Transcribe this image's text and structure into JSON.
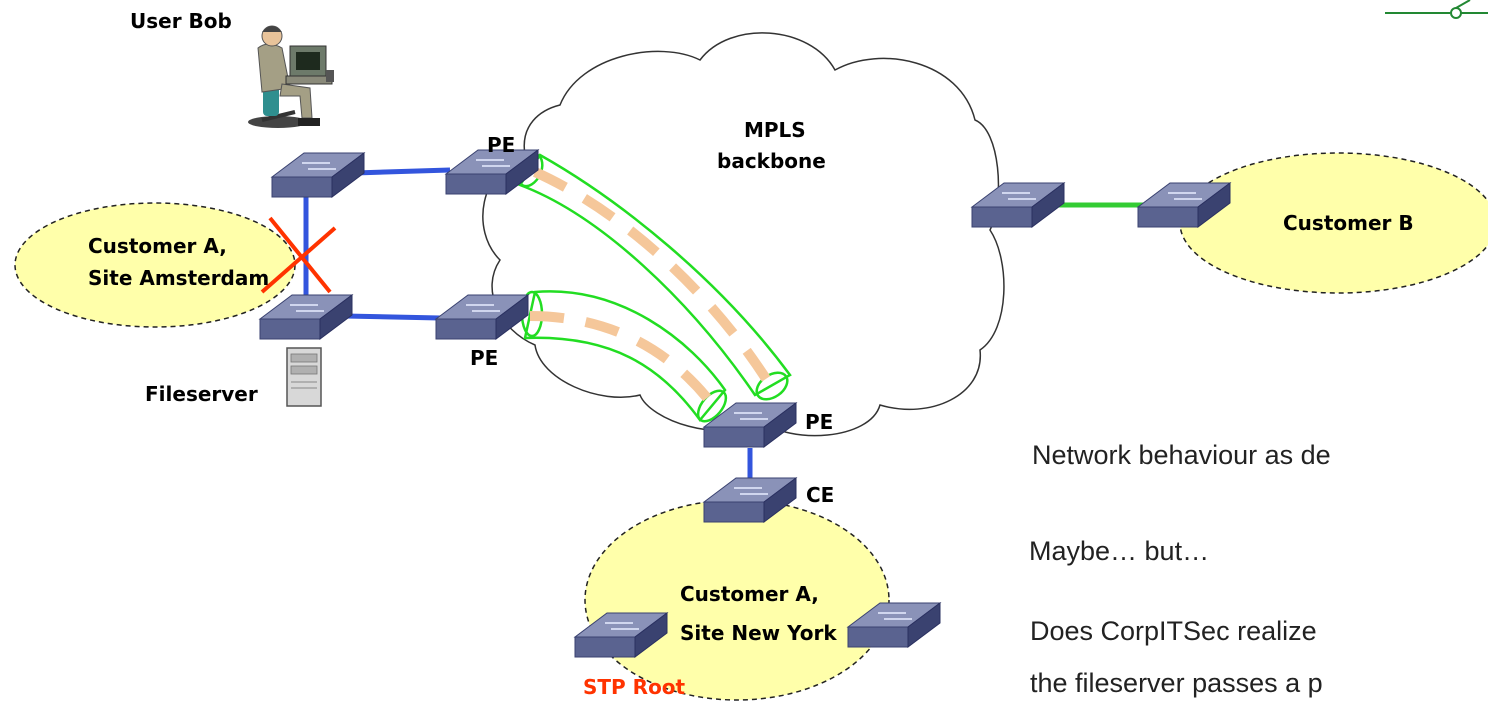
{
  "labels": {
    "user_bob": "User Bob",
    "pe_top": "PE",
    "pe_left": "PE",
    "pe_bottom": "PE",
    "ce": "CE",
    "mpls_line1": "MPLS",
    "mpls_line2": "backbone",
    "customer_b": "Customer B",
    "site_ams_line1": "Customer A,",
    "site_ams_line2": "Site Amsterdam",
    "fileserver": "Fileserver",
    "site_ny_line1": "Customer A,",
    "site_ny_line2": "Site New York",
    "stp_root": "STP Root"
  },
  "text_lines": [
    "Network behaviour as de",
    "Maybe… but…",
    "Does CorpITSec realize",
    "the fileserver passes a p"
  ],
  "colors": {
    "site_fill": "#ffffaa",
    "link_blue": "#3355dd",
    "link_green": "#33cc33",
    "tunnel_green": "#22dd22",
    "tunnel_dash": "#f5c79a",
    "cross_red": "#ff3300",
    "switch_top": "#8a92b8",
    "switch_front": "#5a6390",
    "switch_side": "#3a4270"
  },
  "icons": [
    "user-at-workstation-icon",
    "fileserver-icon",
    "switch-icon",
    "blocked-link-cross-icon"
  ]
}
